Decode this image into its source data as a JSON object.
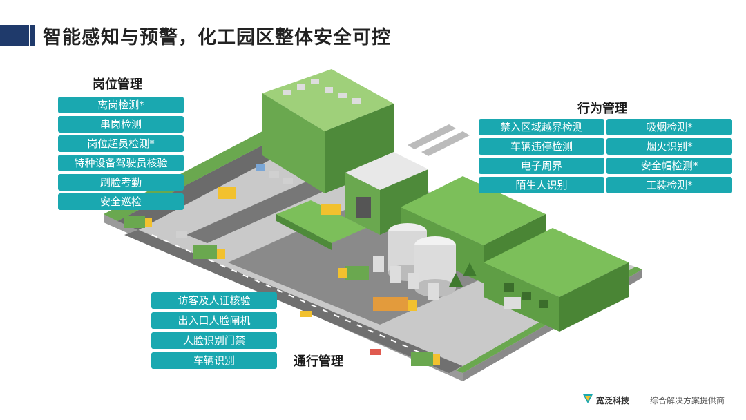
{
  "title": "智能感知与预警，化工园区整体安全可控",
  "groups": {
    "post": {
      "title": "岗位管理",
      "items": [
        "离岗检测*",
        "串岗检测",
        "岗位超员检测*",
        "特种设备驾驶员核验",
        "刷脸考勤",
        "安全巡检"
      ]
    },
    "behavior": {
      "title": "行为管理",
      "left": [
        "禁入区域越界检测",
        "车辆违停检测",
        "电子周界",
        "陌生人识别"
      ],
      "right": [
        "吸烟检测*",
        "烟火识别*",
        "安全帽检测*",
        "工装检测*"
      ]
    },
    "traffic": {
      "title": "通行管理",
      "items": [
        "访客及人证核验",
        "出入口人脸闸机",
        "人脸识别门禁",
        "车辆识别"
      ]
    }
  },
  "footer": {
    "company": "宽泛科技",
    "slogan": "综合解决方案提供商"
  },
  "colors": {
    "accent": "#1aa8b0",
    "title_bar": "#1f3a6b",
    "building": "#7cbf5a"
  }
}
